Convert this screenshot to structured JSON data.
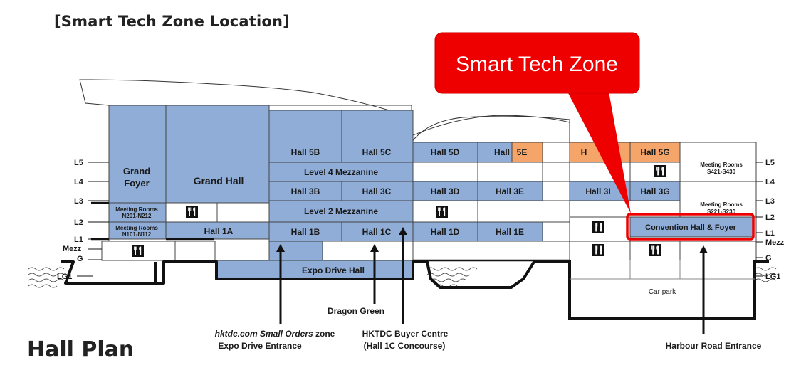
{
  "header": {
    "title": "[Smart Tech Zone Location]"
  },
  "footer": {
    "plan_title": "Hall Plan"
  },
  "callout": {
    "label": "Smart Tech Zone"
  },
  "levels": {
    "l5": "L5",
    "l4": "L4",
    "l3": "L3",
    "l2": "L2",
    "l1": "L1",
    "mezz": "Mezz",
    "g": "G",
    "lg1": "LG1"
  },
  "halls": {
    "grand_foyer_1": "Grand",
    "grand_foyer_2": "Foyer",
    "grand_hall": "Grand Hall",
    "hall_5b": "Hall 5B",
    "hall_5c": "Hall 5C",
    "hall_5d": "Hall 5D",
    "hall_5e_a": "Hall",
    "hall_5e_b": "5E",
    "hall_5f_partial": "H",
    "hall_5g": "Hall 5G",
    "level4_mezz": "Level 4 Mezzanine",
    "hall_3b": "Hall 3B",
    "hall_3c": "Hall 3C",
    "hall_3d": "Hall 3D",
    "hall_3e": "Hall 3E",
    "hall_3f_partial": "Hall 3I",
    "hall_3g": "Hall 3G",
    "level2_mezz": "Level 2 Mezzanine",
    "mr_n201_1": "Meeting Rooms",
    "mr_n201_2": "N201-N212",
    "mr_n101_1": "Meeting Rooms",
    "mr_n101_2": "N101-N112",
    "hall_1a": "Hall 1A",
    "hall_1b": "Hall 1B",
    "hall_1c": "Hall 1C",
    "hall_1d": "Hall 1D",
    "hall_1e": "Hall 1E",
    "mr_s421_1": "Meeting Rooms",
    "mr_s421_2": "S421-S430",
    "mr_s221_1": "Meeting Rooms",
    "mr_s221_2": "S221-S230",
    "convention_hall": "Convention Hall & Foyer",
    "expo_drive_hall": "Expo Drive Hall",
    "car_park": "Car park"
  },
  "annotations": {
    "dragon_green": "Dragon Green",
    "small_orders_italic": "hktdc.com Small Orders",
    "small_orders_zone": " zone",
    "expo_drive_entrance": "Expo Drive Entrance",
    "buyer_centre": "HKTDC Buyer Centre",
    "buyer_centre_sub": "(Hall 1C Concourse)",
    "harbour_road_entrance": "Harbour Road Entrance"
  },
  "colors": {
    "hall_blue": "#8fadd7",
    "highlight_orange": "#f5a46a",
    "callout_red": "#ee0000",
    "outline": "#111111"
  },
  "icons": {
    "restaurant": "fork-knife-icon"
  }
}
